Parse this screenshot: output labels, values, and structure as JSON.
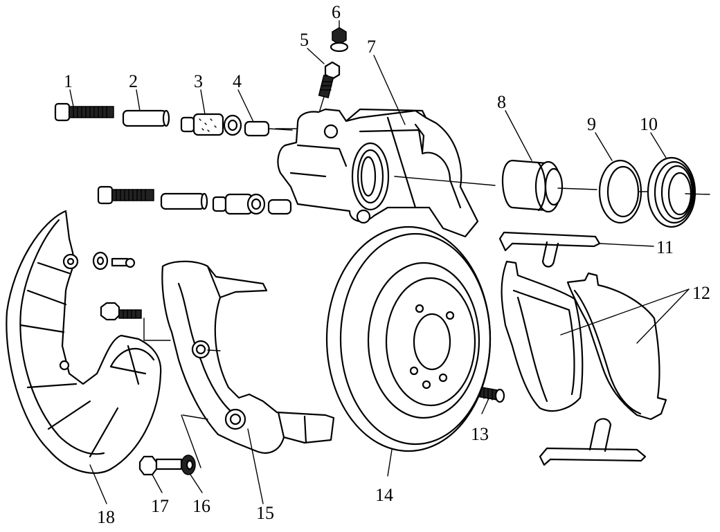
{
  "callouts": {
    "c1": "1",
    "c2": "2",
    "c3": "3",
    "c4": "4",
    "c5": "5",
    "c6": "6",
    "c7": "7",
    "c8": "8",
    "c9": "9",
    "c10": "10",
    "c11": "11",
    "c12": "12",
    "c13": "13",
    "c14": "14",
    "c15": "15",
    "c16": "16",
    "c17": "17",
    "c18": "18"
  },
  "colors": {
    "ink": "#000000",
    "paper": "#ffffff"
  }
}
